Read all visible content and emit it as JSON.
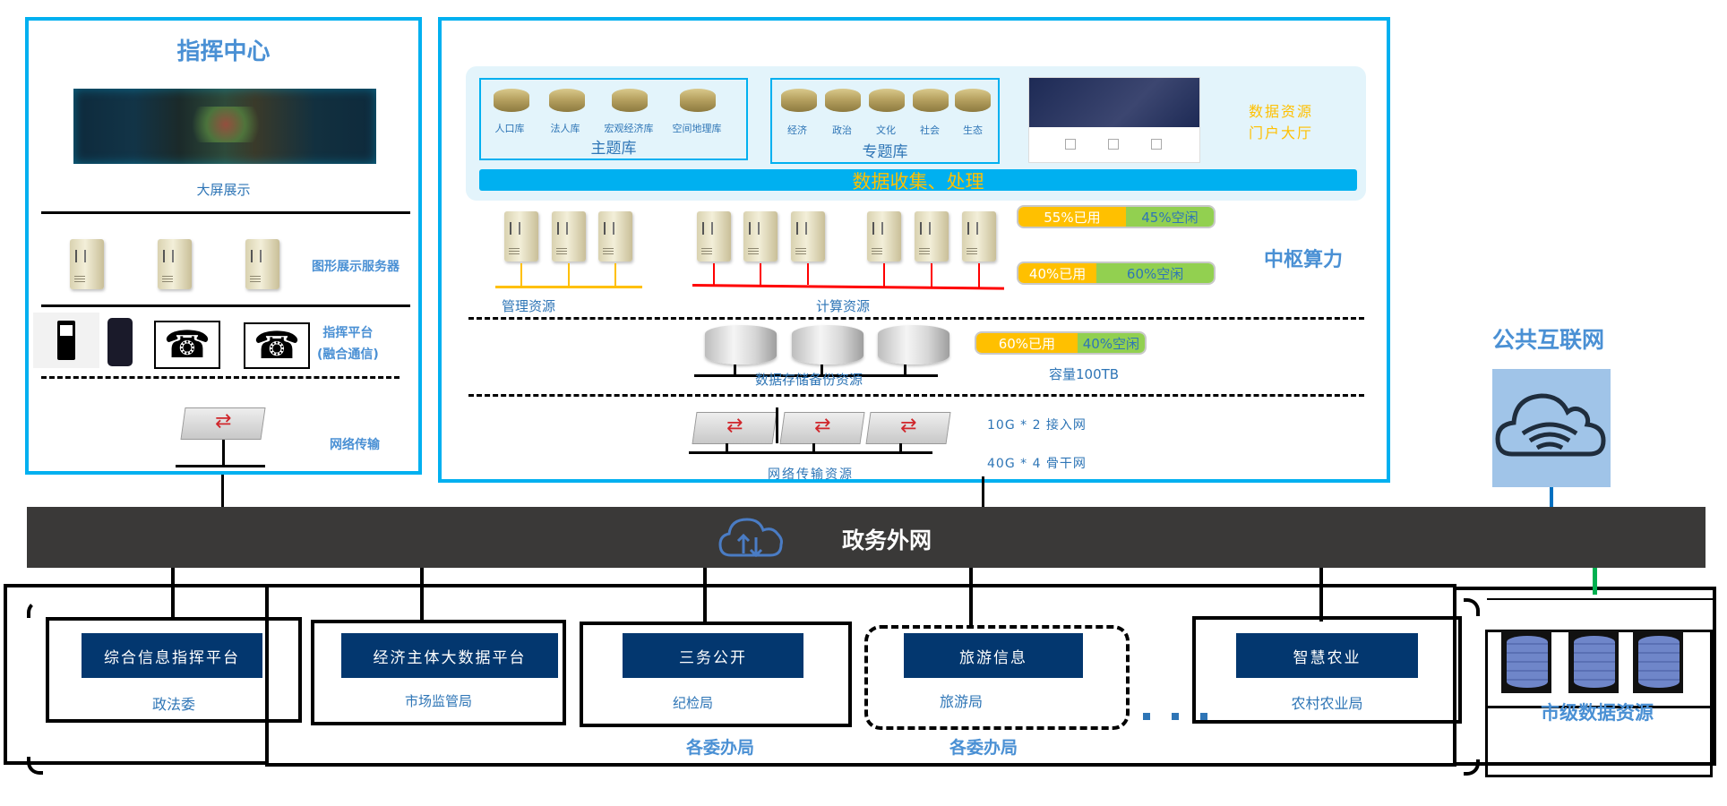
{
  "command_center": {
    "title": "指挥中心",
    "big_screen_label": "大屏展示",
    "graphics_servers_label": "图形展示服务器",
    "command_platform_label_line1": "指挥平台",
    "command_platform_label_line2": "(融合通信)",
    "network_label": "网络传输",
    "icons": [
      "mobile-phone-icon",
      "walkie-talkie-icon",
      "telephone-icon",
      "telephone-icon"
    ]
  },
  "data_center": {
    "theme_library": {
      "title": "主题库",
      "items": [
        "人口库",
        "法人库",
        "宏观经济库",
        "空间地理库"
      ]
    },
    "topic_library": {
      "title": "专题库",
      "items": [
        "经济",
        "政治",
        "文化",
        "社会",
        "生态"
      ]
    },
    "portal_label_line1": "数据资源",
    "portal_label_line2": "门户大厅",
    "collection_bar_label": "数据收集、处理",
    "core_computing_label": "中枢算力",
    "management_resources_label": "管理资源",
    "compute_resources_label": "计算资源",
    "storage_label": "数据存储备份资源",
    "network_resources_label": "网络传输资源",
    "usage_bars": [
      {
        "name": "management",
        "used_pct": 55,
        "free_pct": 45,
        "used_label": "55%已用",
        "free_label": "45%空闲"
      },
      {
        "name": "compute",
        "used_pct": 40,
        "free_pct": 60,
        "used_label": "40%已用",
        "free_label": "60%空闲"
      },
      {
        "name": "storage",
        "used_pct": 60,
        "free_pct": 40,
        "used_label": "60%已用",
        "free_label": "40%空闲"
      }
    ],
    "capacity_label": "容量100TB",
    "access_network_label": "10G * 2 接入网",
    "backbone_network_label": "40G * 4 骨干网"
  },
  "gov_network": {
    "label": "政务外网",
    "icon": "cloud-upload-download-icon"
  },
  "public_internet": {
    "label": "公共互联网",
    "icon": "cloud-wifi-icon"
  },
  "departments": [
    {
      "platform": "综合信息指挥平台",
      "agency": "政法委"
    },
    {
      "platform": "经济主体大数据平台",
      "agency": "市场监管局"
    },
    {
      "platform": "三务公开",
      "agency": "纪检局"
    },
    {
      "platform": "旅游信息",
      "agency": "旅游局"
    },
    {
      "platform": "智慧农业",
      "agency": "农村农业局"
    }
  ],
  "group_labels": [
    "各委办局",
    "各委办局"
  ],
  "ellipsis": "· · ·",
  "city_data": {
    "label": "市级数据资源"
  },
  "colors": {
    "panel_border": "#00b0f0",
    "title_blue": "#4a90d4",
    "network_bar": "#3a3938",
    "dept_title_bg": "#03376f",
    "used": "#ffc000",
    "free": "#92d050",
    "portal_text": "#ffc000"
  }
}
